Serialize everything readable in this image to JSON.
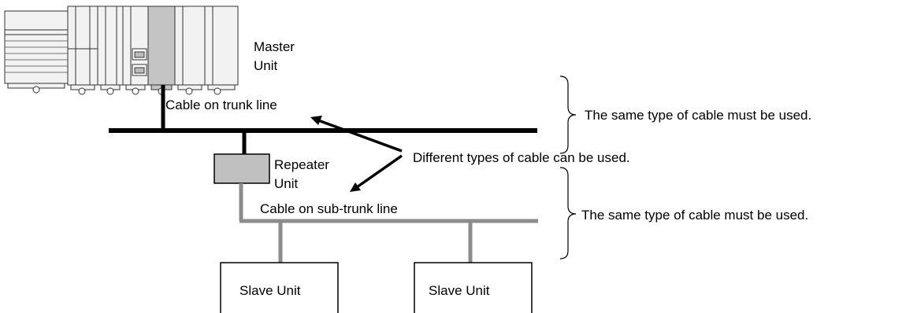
{
  "master_unit": {
    "label_line1": "Master",
    "label_line2": "Unit"
  },
  "trunk_line": {
    "label": "Cable on trunk line"
  },
  "repeater_unit": {
    "label_line1": "Repeater",
    "label_line2": "Unit"
  },
  "sub_trunk_line": {
    "label": "Cable on sub-trunk line"
  },
  "slave_units": [
    {
      "label": "Slave Unit"
    },
    {
      "label": "Slave Unit"
    }
  ],
  "notes": {
    "trunk_same_type": "The same type of cable must be used.",
    "different_types": "Different types of cable can be used.",
    "subtrunk_same_type": "The same type of cable must be used."
  },
  "colors": {
    "trunk_cable": "#000000",
    "sub_trunk_cable": "#8c8c8c",
    "repeater_fill": "#c0c0c0",
    "plc_body": "#f2f2f2",
    "plc_highlight": "#c4c4c4"
  }
}
